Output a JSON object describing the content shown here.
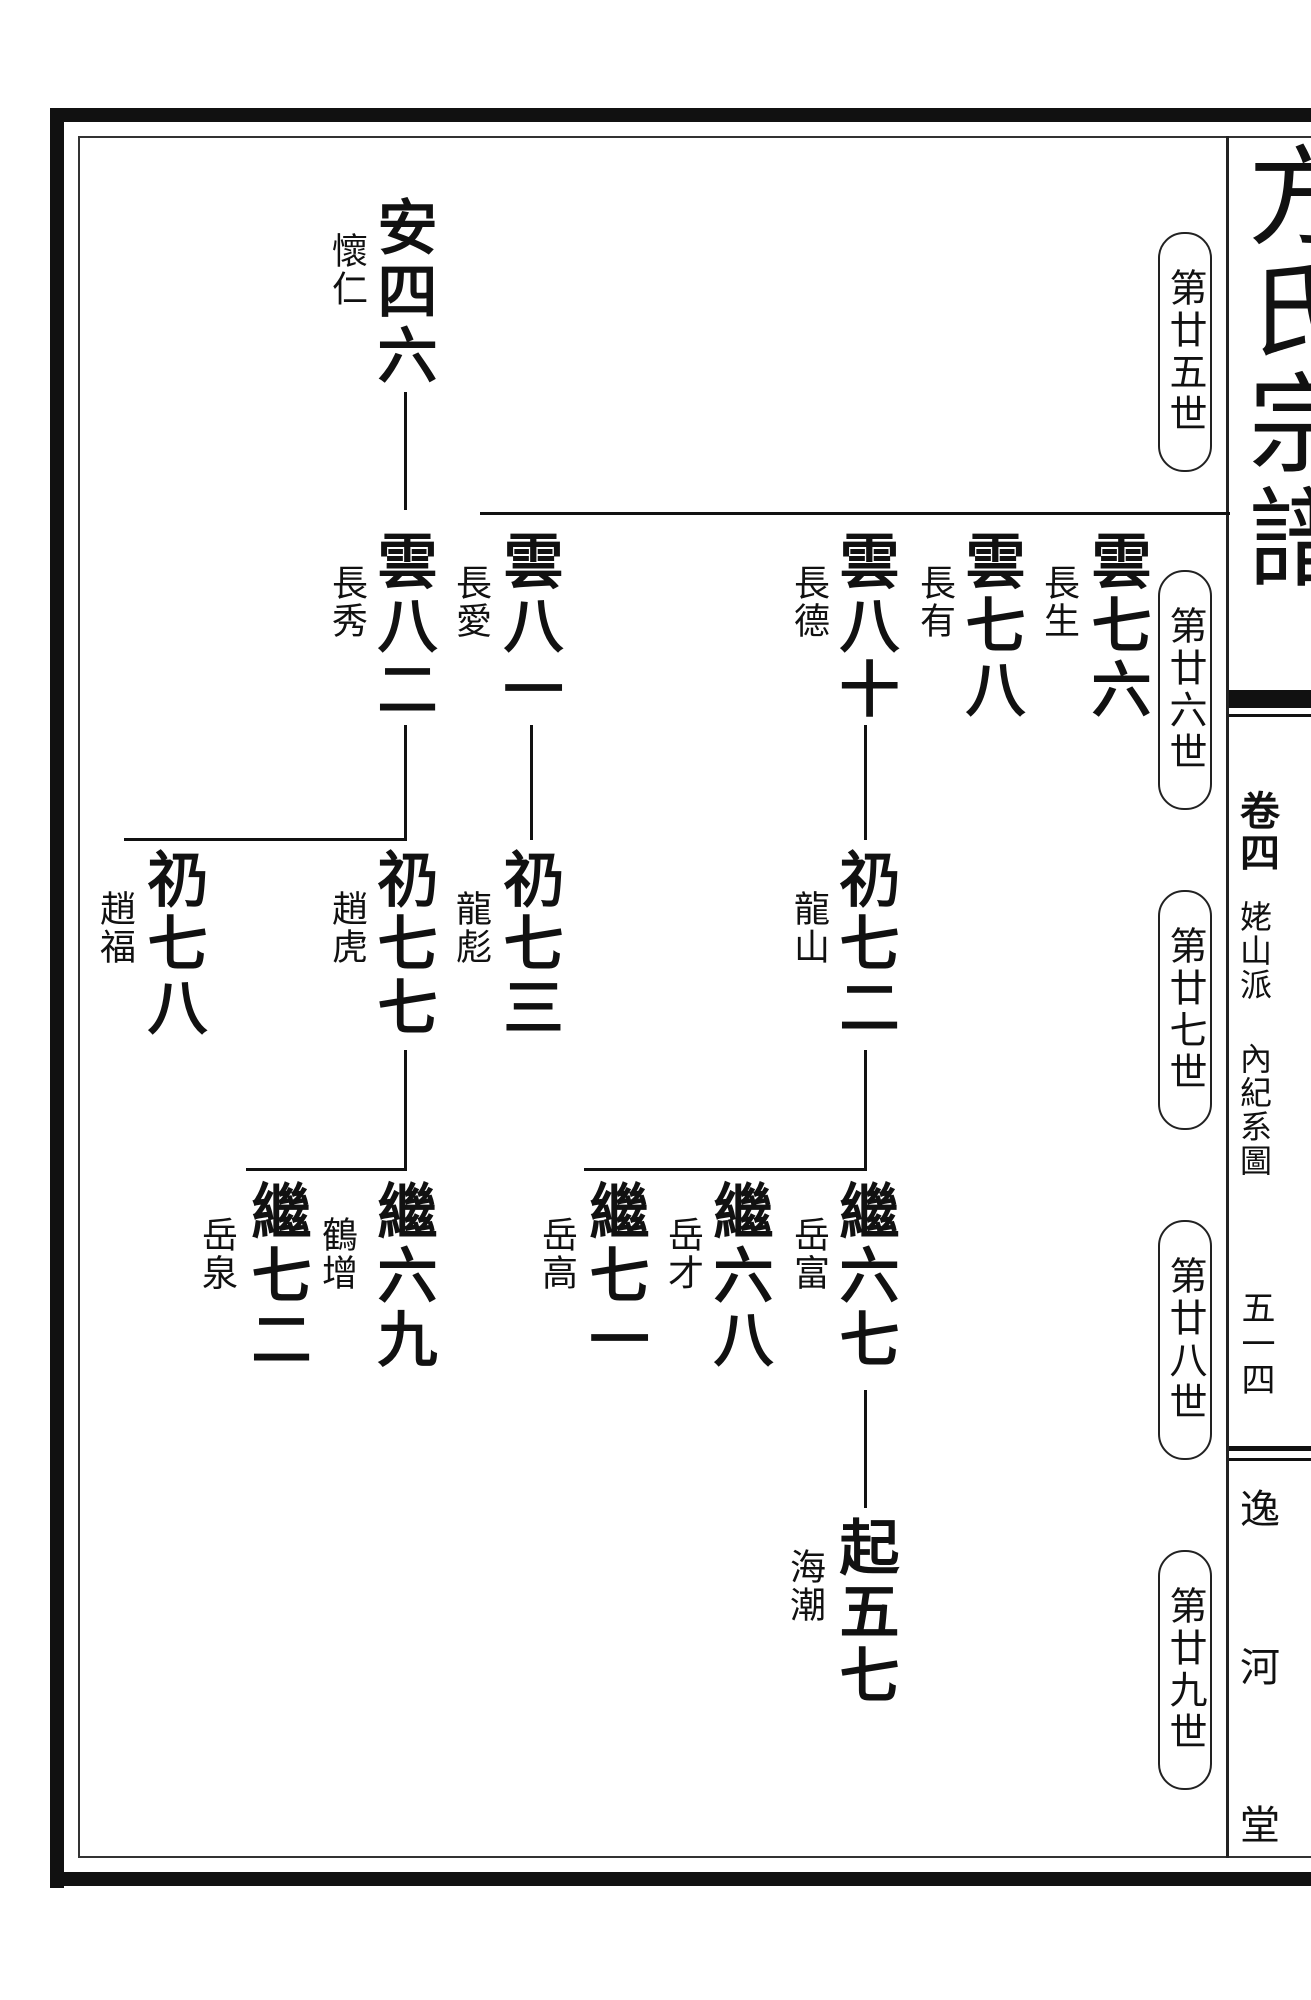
{
  "title": "方氏宗譜",
  "side": {
    "volume": "卷四",
    "branch": "姥山派 內紀系圖",
    "page_number": "五一四",
    "hall": "逸 河 堂"
  },
  "generations": [
    "第廿五世",
    "第廿六世",
    "第廿七世",
    "第廿八世",
    "第廿九世"
  ],
  "persons": [
    {
      "name": "安四六",
      "alias": "懷仁"
    },
    {
      "name": "雲七六",
      "alias": "長生"
    },
    {
      "name": "雲七八",
      "alias": "長有"
    },
    {
      "name": "雲八十",
      "alias": "長德"
    },
    {
      "name": "雲八一",
      "alias": "長愛"
    },
    {
      "name": "雲八二",
      "alias": "長秀"
    },
    {
      "name": "礽七二",
      "alias": "龍山"
    },
    {
      "name": "礽七三",
      "alias": "龍彪"
    },
    {
      "name": "礽七七",
      "alias": "趙虎"
    },
    {
      "name": "礽七八",
      "alias": "趙福"
    },
    {
      "name": "繼六七",
      "alias": "岳富"
    },
    {
      "name": "繼六八",
      "alias": "岳才"
    },
    {
      "name": "繼七一",
      "alias": "岳高"
    },
    {
      "name": "繼六九",
      "alias": "鶴增"
    },
    {
      "name": "繼七二",
      "alias": "岳泉"
    },
    {
      "name": "起五七",
      "alias": "海潮"
    }
  ]
}
